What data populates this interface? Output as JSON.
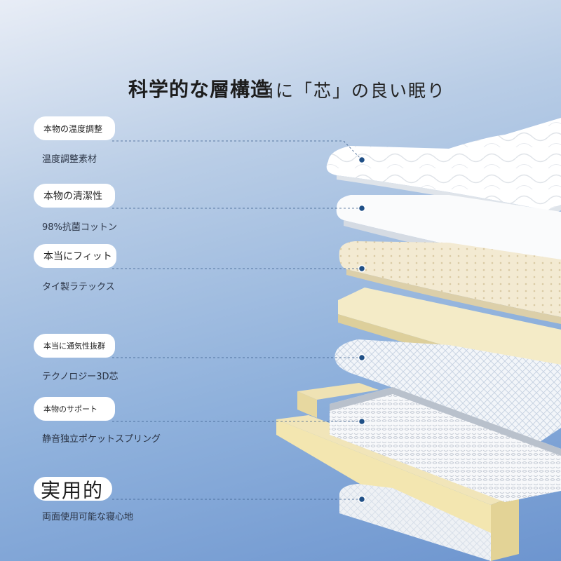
{
  "title": {
    "bold": "科学的な層構造",
    "rest": "当に「芯」の良い眠り"
  },
  "features": [
    {
      "label": "本物の温度調整",
      "desc": "温度調整素材"
    },
    {
      "label": "本物の清潔性",
      "desc": "98%抗菌コットン"
    },
    {
      "label": "本当にフィット",
      "desc": "タイ製ラテックス"
    },
    {
      "label": "本当に通気性抜群",
      "desc": "テクノロジー3D芯"
    },
    {
      "label": "本物のサポート",
      "desc": "静音独立ポケットスプリング"
    }
  ],
  "practical": {
    "label": "実用的",
    "desc": "両面使用可能な寝心地"
  },
  "colors": {
    "accent": "#1f4f86",
    "foam": "#f0e7c4",
    "latex": "#f3e9cf"
  }
}
